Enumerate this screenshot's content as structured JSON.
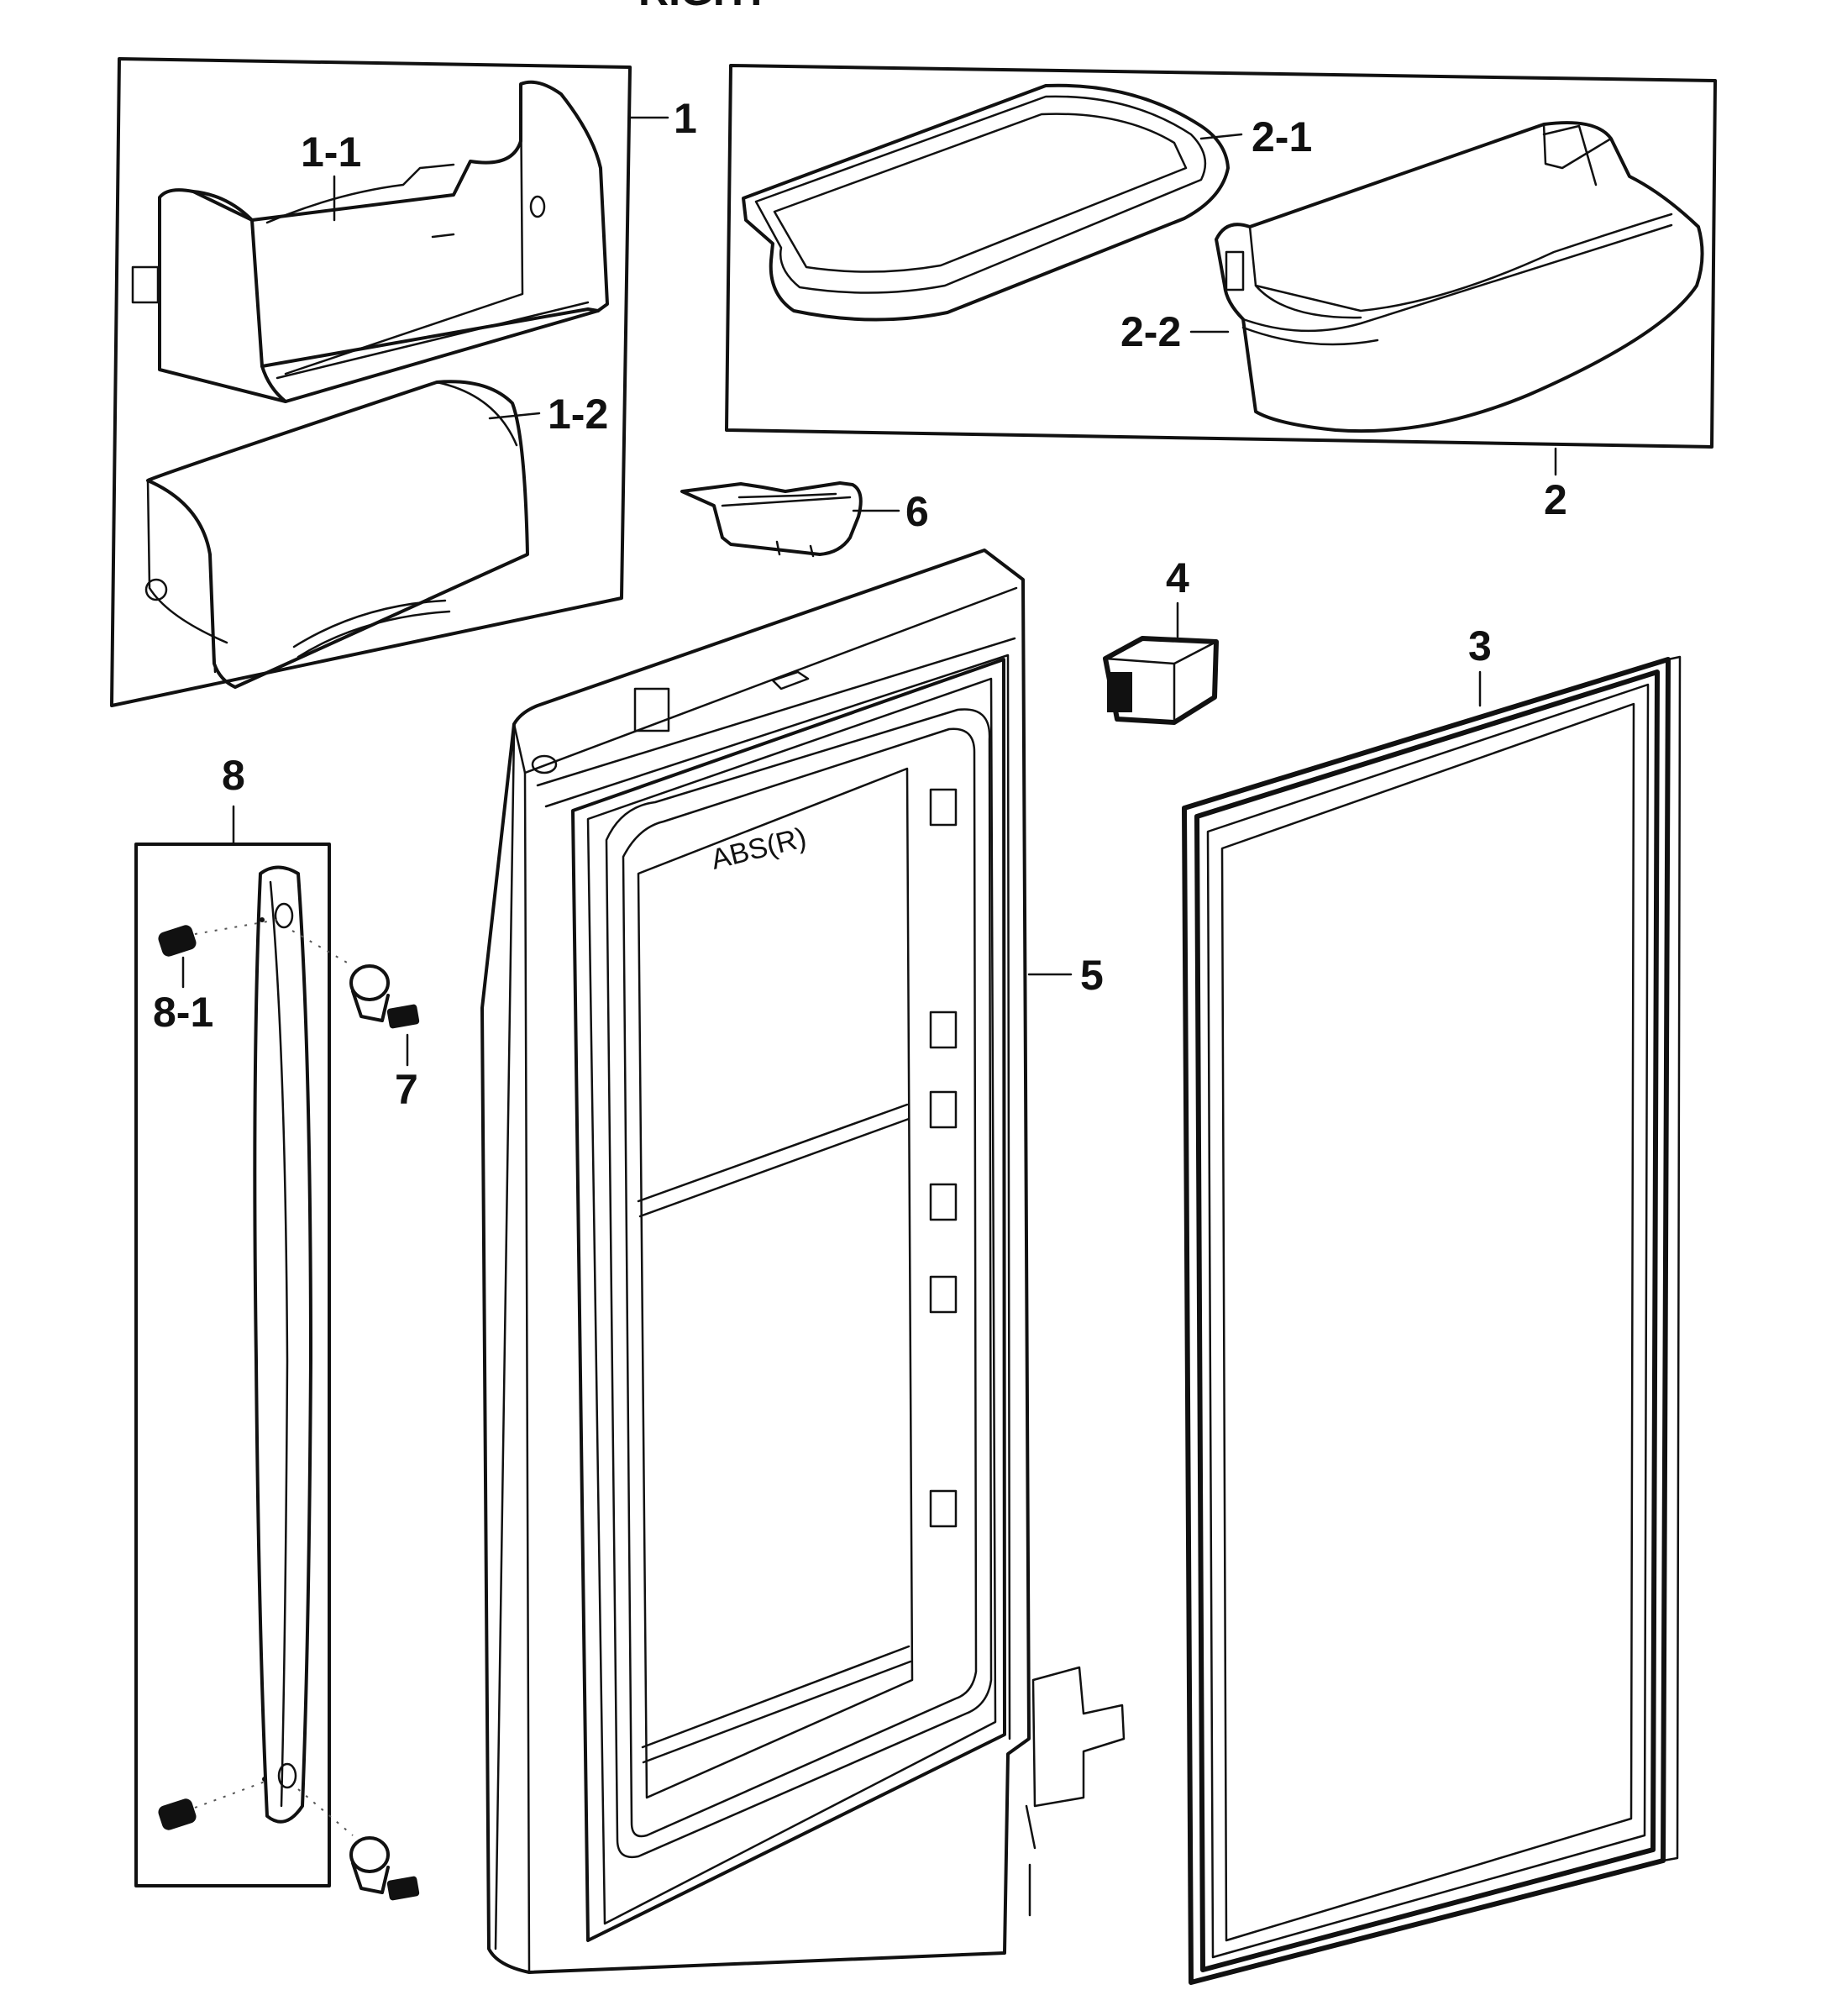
{
  "header_partial_text": "RIGHT",
  "callouts": {
    "c1": "1",
    "c1_1": "1-1",
    "c1_2": "1-2",
    "c2": "2",
    "c2_1": "2-1",
    "c2_2": "2-2",
    "c3": "3",
    "c4": "4",
    "c5": "5",
    "c6": "6",
    "c7": "7",
    "c8": "8",
    "c8_1": "8-1"
  },
  "door_marking": "ABS(R)"
}
